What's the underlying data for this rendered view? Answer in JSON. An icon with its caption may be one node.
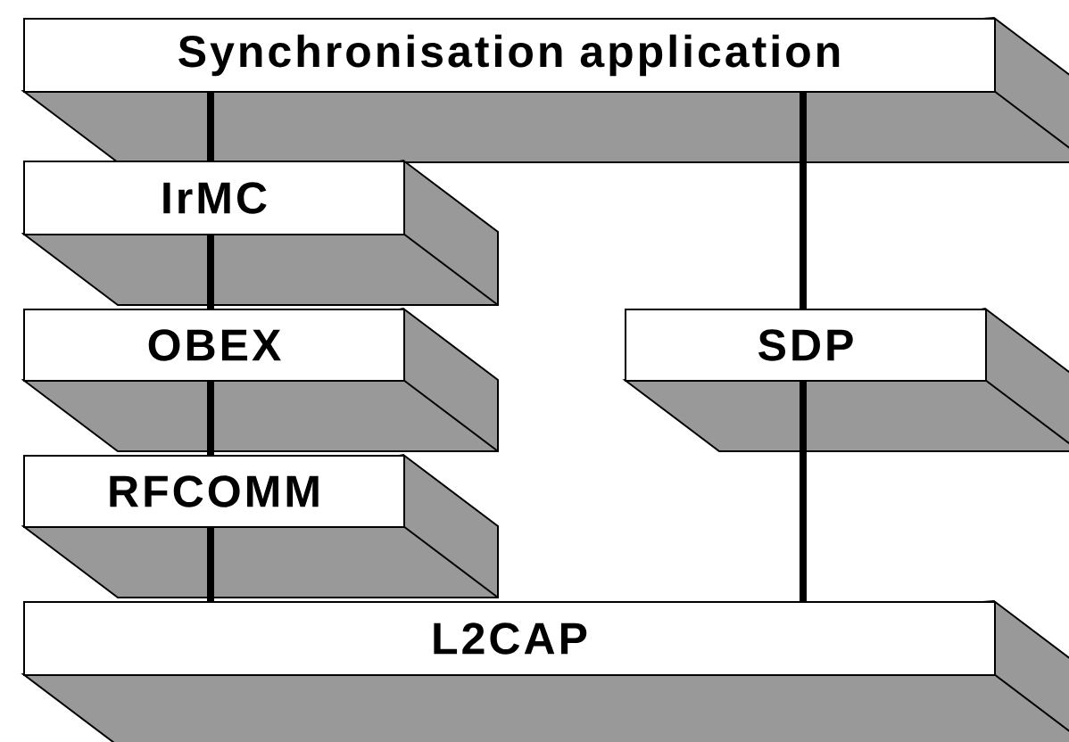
{
  "diagram": {
    "nodes": [
      {
        "text": [
          "Synchronisation application"
        ]
      },
      {
        "text": [
          "IrMC"
        ]
      },
      {
        "text": [
          "OBEX"
        ]
      },
      {
        "text": [
          "SDP"
        ]
      },
      {
        "text": [
          "RFCOMM"
        ]
      },
      {
        "text": [
          "L2CAP"
        ]
      }
    ],
    "edges": [
      {
        "from": 0,
        "to": 1,
        "arrow": "none"
      },
      {
        "from": 1,
        "to": 2,
        "arrow": "none"
      },
      {
        "from": 2,
        "to": 4,
        "arrow": "none"
      },
      {
        "from": 4,
        "to": 5,
        "arrow": "none"
      },
      {
        "from": 0,
        "to": 3,
        "arrow": "none"
      },
      {
        "from": 3,
        "to": 5,
        "arrow": "none"
      }
    ]
  }
}
